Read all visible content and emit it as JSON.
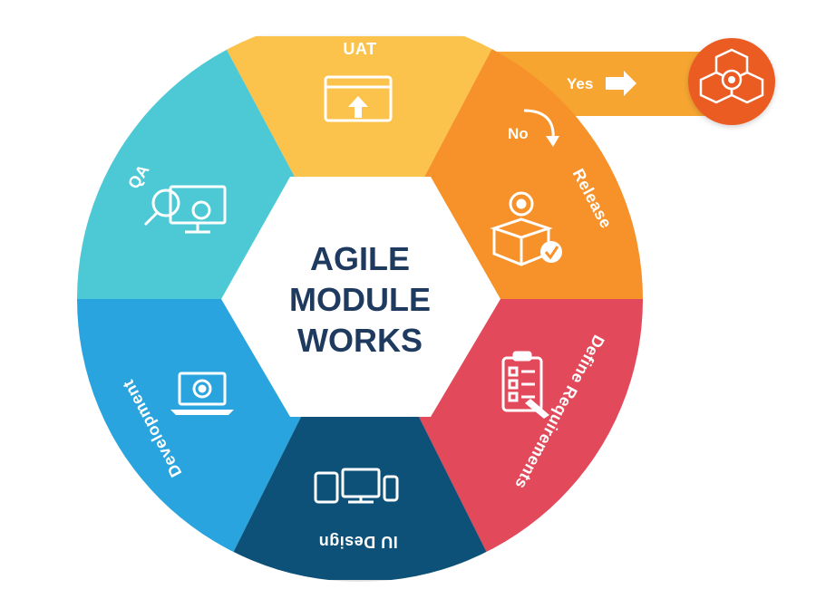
{
  "diagram": {
    "center_title_lines": [
      "AGILE",
      "MODULE",
      "WORKS"
    ],
    "segments": [
      {
        "key": "uat",
        "label": "UAT",
        "color": "#fbc34c",
        "icon": "upload-window-icon"
      },
      {
        "key": "release",
        "label": "Release",
        "color": "#f7922b",
        "icon": "package-release-icon"
      },
      {
        "key": "define",
        "label": "Define Requirements",
        "color": "#e24a5a",
        "icon": "clipboard-checklist-icon"
      },
      {
        "key": "design",
        "label": "IU Design",
        "color": "#0f5179",
        "icon": "multi-device-icon"
      },
      {
        "key": "dev",
        "label": "Development",
        "color": "#29a4de",
        "icon": "laptop-gear-icon"
      },
      {
        "key": "qa",
        "label": "QA",
        "color": "#4dc9d6",
        "icon": "magnifier-monitor-icon"
      }
    ],
    "branch": {
      "yes_label": "Yes",
      "no_label": "No",
      "yes_color": "#f7a531",
      "deploy_icon": "deploy-cubes-gear-icon",
      "deploy_color": "#ea5b24"
    },
    "center_color": "#ffffff",
    "title_color": "#1e3a5f"
  }
}
